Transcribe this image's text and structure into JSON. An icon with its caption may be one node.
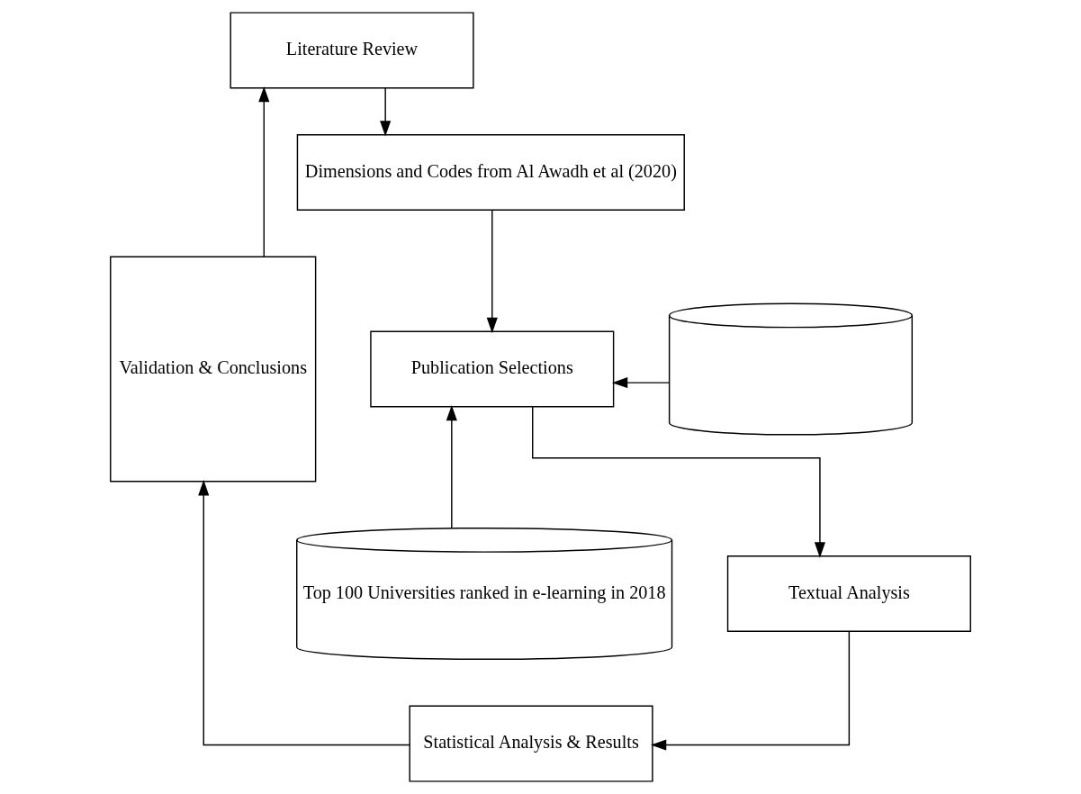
{
  "diagram": {
    "nodes": [
      {
        "text": [
          "Literature Review"
        ]
      },
      {
        "text": [
          "Dimensions and Codes from Al Awadh et al (2020)"
        ]
      },
      {
        "text": [
          "Publication Selections"
        ]
      },
      {
        "text": [
          "Textual Analysis"
        ]
      },
      {
        "text": [
          "Statistical Analysis & Results"
        ]
      },
      {
        "text": [
          "Validation & Conclusions"
        ]
      },
      {
        "text": [],
        "shape": "cylinder"
      },
      {
        "text": [
          "Top 100 Universities ranked in e-learning in 2018"
        ]
      }
    ],
    "edges": [
      {
        "from": 0,
        "to": 1,
        "arrow": "to"
      },
      {
        "from": 1,
        "to": 2,
        "arrow": "to"
      },
      {
        "from": 2,
        "to": 3,
        "arrow": "to"
      },
      {
        "from": 3,
        "to": 4,
        "arrow": "to"
      },
      {
        "from": 4,
        "to": 5,
        "arrow": "to"
      },
      {
        "from": 5,
        "to": 0,
        "arrow": "to"
      },
      {
        "from": 6,
        "to": 2,
        "arrow": "to"
      },
      {
        "from": 7,
        "to": 2,
        "arrow": "to"
      }
    ]
  }
}
